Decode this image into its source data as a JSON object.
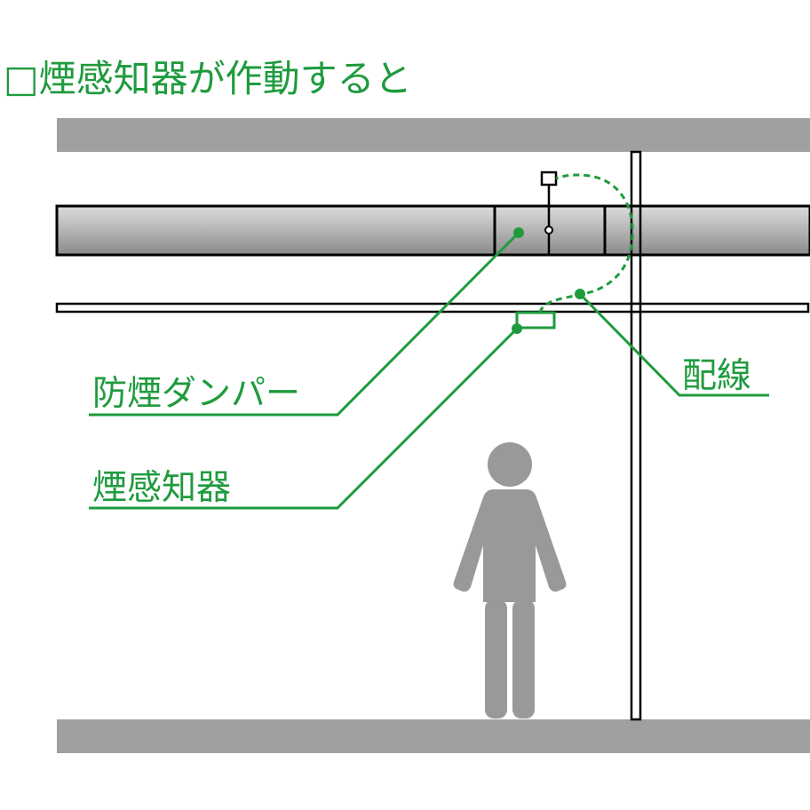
{
  "title": "□煙感知器が作動すると",
  "labels": {
    "damper": "防煙ダンパー",
    "detector": "煙感知器",
    "wiring": "配線"
  },
  "colors": {
    "accent_green": "#1f9b3e",
    "slab_gray": "#a0a0a0",
    "person_gray": "#999999",
    "outline_black": "#000000",
    "duct_light": "#dcdcdc",
    "duct_mid": "#b4b4b4",
    "duct_dark": "#8a8a8a"
  },
  "icons": {
    "person": "person-silhouette-icon"
  }
}
